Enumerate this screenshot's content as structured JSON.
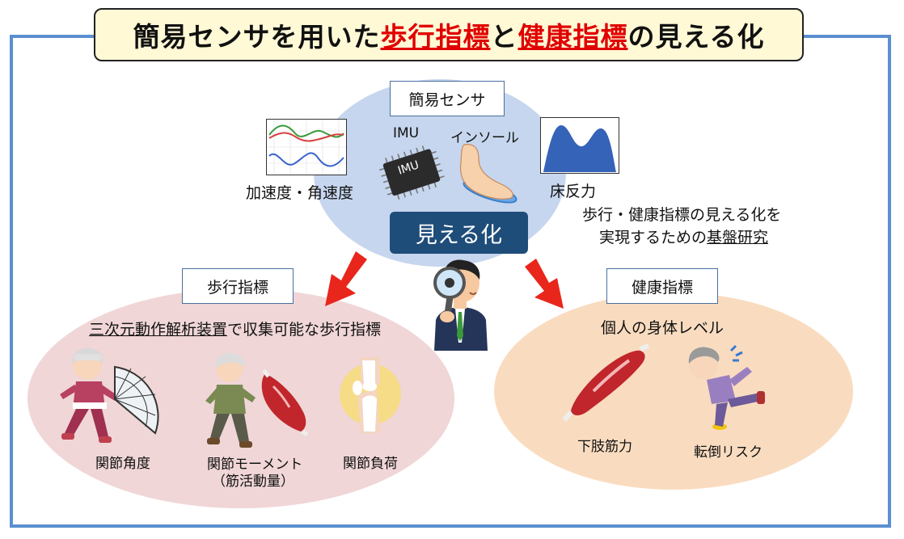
{
  "title": {
    "part1": "簡易センサを用いた",
    "highlight1": "歩行指標",
    "part2": "と",
    "highlight2": "健康指標",
    "part3": "の見える化"
  },
  "sensor": {
    "box_label": "簡易センサ",
    "imu_label": "IMU",
    "imu_chip_text": "IMU",
    "insole_label": "インソール",
    "accel_label": "加速度・角速度",
    "force_label": "床反力",
    "visualize_button": "見える化",
    "foundation_line1": "歩行・健康指標の見える化を",
    "foundation_prefix": "実現するための",
    "foundation_underlined": "基盤研究"
  },
  "gait": {
    "box_label": "歩行指標",
    "subtitle_underlined": "三次元動作解析装置",
    "subtitle_rest": "で収集可能な歩行指標",
    "items": [
      {
        "label": "関節角度"
      },
      {
        "label": "関節モーメント",
        "sub": "（筋活動量）"
      },
      {
        "label": "関節負荷"
      }
    ]
  },
  "health": {
    "box_label": "健康指標",
    "subtitle": "個人の身体レベル",
    "items": [
      {
        "label": "下肢筋力"
      },
      {
        "label": "転倒リスク"
      }
    ]
  },
  "colors": {
    "frame": "#5b8fd0",
    "title_bg": "#fff9d6",
    "highlight": "#e00000",
    "sensor_ellipse": "#c6d6ee",
    "gait_ellipse": "#f0d6d7",
    "health_ellipse": "#f9dcc0",
    "visualize_bg": "#1f4d7a",
    "arrow": "#e8261c"
  }
}
